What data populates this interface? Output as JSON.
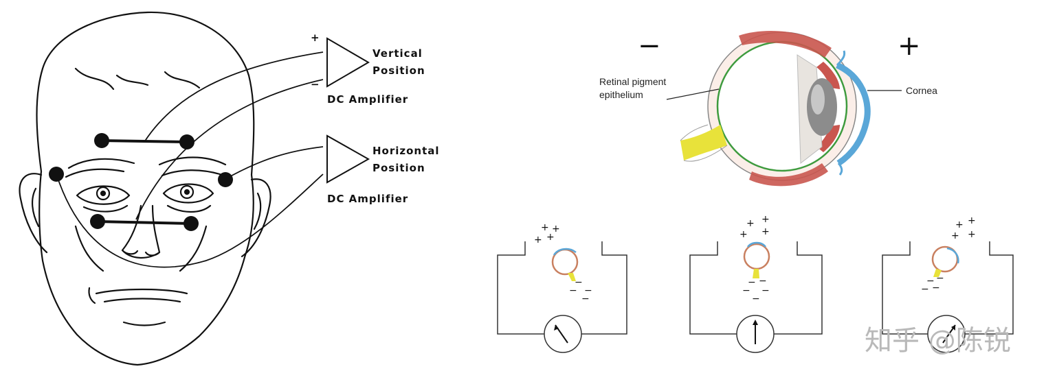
{
  "left_panel": {
    "amp_top_plus": "+",
    "amp_top_minus": "−",
    "amp_top_label_line1": "Vertical",
    "amp_top_label_line2": "Position",
    "amp_top_caption": "DC Amplifier",
    "amp_bottom_label_line1": "Horizontal",
    "amp_bottom_label_line2": "Position",
    "amp_bottom_caption": "DC Amplifier"
  },
  "right_panel": {
    "sign_negative": "−",
    "sign_positive": "+",
    "label_rpe_line1": "Retinal pigment",
    "label_rpe_line2": "epithelium",
    "label_cornea": "Cornea",
    "plus": "+",
    "minus": "−"
  },
  "watermark": "知乎 @陈锐",
  "colors": {
    "cornea": "#5aa7d8",
    "optic_nerve": "#e8e23a",
    "muscle": "#c9564f",
    "retina": "#3e9b3e",
    "lens": "#8c8c8c",
    "mini_eye": "#c98060"
  }
}
